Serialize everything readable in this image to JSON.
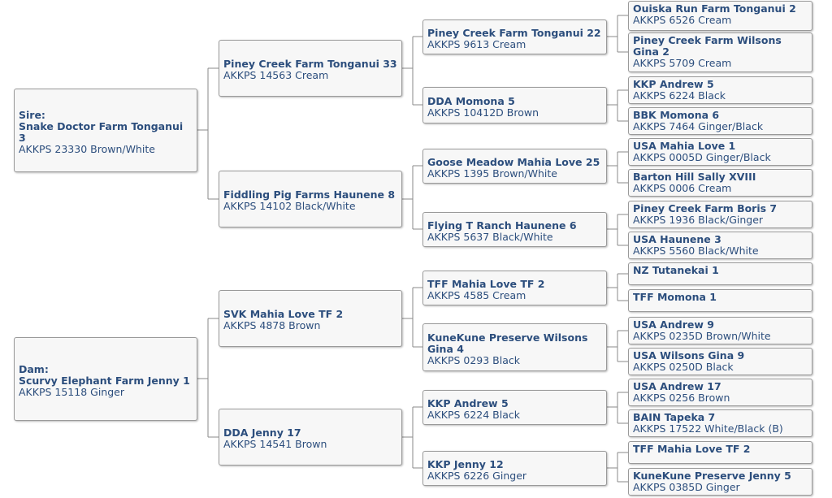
{
  "sire": {
    "role": "Sire:",
    "name": "Snake Doctor Farm Tonganui 3",
    "reg": "AKKPS 23330 Brown/White"
  },
  "dam": {
    "role": "Dam:",
    "name": "Scurvy Elephant Farm Jenny 1",
    "reg": "AKKPS 15118 Ginger"
  },
  "grandparents": [
    {
      "name": "Piney Creek Farm Tonganui 33",
      "reg": "AKKPS 14563 Cream"
    },
    {
      "name": "Fiddling Pig Farms Haunene 8",
      "reg": "AKKPS 14102 Black/White"
    },
    {
      "name": "SVK Mahia Love TF 2",
      "reg": "AKKPS 4878 Brown"
    },
    {
      "name": "DDA Jenny 17",
      "reg": "AKKPS 14541 Brown"
    }
  ],
  "great_grandparents": [
    {
      "name": "Piney Creek Farm Tonganui 22",
      "reg": "AKKPS 9613 Cream"
    },
    {
      "name": "DDA Momona 5",
      "reg": "AKKPS 10412D Brown"
    },
    {
      "name": "Goose Meadow Mahia Love 25",
      "reg": "AKKPS 1395 Brown/White"
    },
    {
      "name": "Flying T Ranch Haunene 6",
      "reg": "AKKPS 5637 Black/White"
    },
    {
      "name": "TFF Mahia Love TF 2",
      "reg": "AKKPS 4585 Cream"
    },
    {
      "name": "KuneKune Preserve Wilsons Gina 4",
      "reg": "AKKPS 0293 Black"
    },
    {
      "name": "KKP Andrew 5",
      "reg": "AKKPS 6224 Black"
    },
    {
      "name": "KKP Jenny 12",
      "reg": "AKKPS 6226 Ginger"
    }
  ],
  "great_great_grandparents": [
    {
      "name": "Ouiska Run Farm Tonganui 2",
      "reg": "AKKPS 6526 Cream"
    },
    {
      "name": "Piney Creek Farm Wilsons Gina 2",
      "reg": "AKKPS 5709 Cream"
    },
    {
      "name": "KKP Andrew 5",
      "reg": "AKKPS 6224 Black"
    },
    {
      "name": "BBK Momona 6",
      "reg": "AKKPS 7464 Ginger/Black"
    },
    {
      "name": "USA Mahia Love 1",
      "reg": "AKKPS 0005D Ginger/Black"
    },
    {
      "name": "Barton Hill Sally XVIII",
      "reg": "AKKPS 0006 Cream"
    },
    {
      "name": "Piney Creek Farm Boris 7",
      "reg": "AKKPS 1936 Black/Ginger"
    },
    {
      "name": "USA Haunene 3",
      "reg": "AKKPS 5560 Black/White"
    },
    {
      "name": "NZ Tutanekai 1",
      "reg": ""
    },
    {
      "name": "TFF Momona 1",
      "reg": ""
    },
    {
      "name": "USA Andrew 9",
      "reg": "AKKPS 0235D Brown/White"
    },
    {
      "name": "USA Wilsons Gina 9",
      "reg": "AKKPS 0250D Black"
    },
    {
      "name": "USA Andrew 17",
      "reg": "AKKPS 0256 Brown"
    },
    {
      "name": "BAIN Tapeka 7",
      "reg": "AKKPS 17522 White/Black (B)"
    },
    {
      "name": "TFF Mahia Love TF 2",
      "reg": ""
    },
    {
      "name": "KuneKune Preserve Jenny 5",
      "reg": "AKKPS 0385D Ginger"
    }
  ],
  "colors": {
    "text": "#2c4e7d",
    "border": "#9a9a9a",
    "box": "#f7f7f7",
    "line": "#8a8a8a"
  }
}
